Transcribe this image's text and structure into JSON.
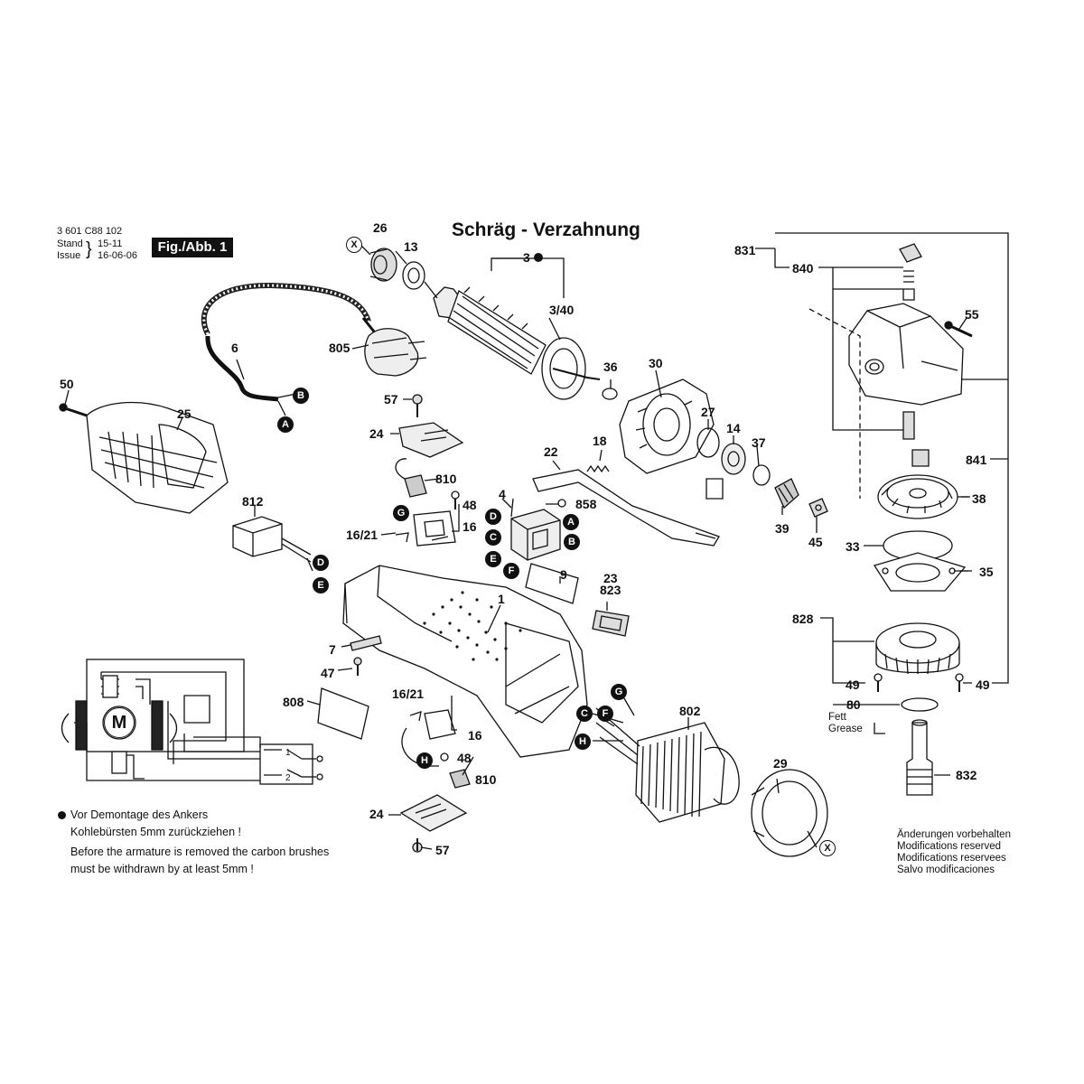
{
  "header": {
    "doc_number": "3 601 C88 102",
    "stand_label": "Stand",
    "issue_label": "Issue",
    "stand_value": "15-11",
    "issue_value": "16-06-06",
    "figure_label": "Fig./Abb. 1"
  },
  "title": "Schräg - Verzahnung",
  "part_labels": {
    "p26": "26",
    "p13": "13",
    "p3": "3",
    "p3_40": "3/40",
    "p805": "805",
    "p6": "6",
    "p50": "50",
    "p25": "25",
    "p57a": "57",
    "p24a": "24",
    "p810a": "810",
    "p48a": "48",
    "p16_21a": "16/21",
    "p16a": "16",
    "p812": "812",
    "p4": "4",
    "p858": "858",
    "p22": "22",
    "p18": "18",
    "p36": "36",
    "p30": "30",
    "p27": "27",
    "p14": "14",
    "p37": "37",
    "p39": "39",
    "p45": "45",
    "p9": "9",
    "p23": "23",
    "p823": "823",
    "p1": "1",
    "p7": "7",
    "p47": "47",
    "p808": "808",
    "p16_21b": "16/21",
    "p16b": "16",
    "p48b": "48",
    "p810b": "810",
    "p24b": "24",
    "p57b": "57",
    "p802": "802",
    "p29": "29",
    "p831": "831",
    "p840": "840",
    "p55": "55",
    "p841": "841",
    "p38": "38",
    "p33": "33",
    "p35": "35",
    "p828": "828",
    "p49a": "49",
    "p49b": "49",
    "p80": "80",
    "p832": "832"
  },
  "markers": {
    "X": "X",
    "A": "A",
    "B": "B",
    "C": "C",
    "D": "D",
    "E": "E",
    "F": "F",
    "G": "G",
    "H": "H",
    "M": "M"
  },
  "wiring": {
    "terminal_1": "1",
    "terminal_2": "2"
  },
  "grease": {
    "line1": "Fett",
    "line2": "Grease"
  },
  "notes": {
    "de_1": "Vor Demontage des Ankers",
    "de_2": "Kohlebürsten 5mm zurückziehen !",
    "en_1": "Before the armature is removed the carbon brushes",
    "en_2": "must be withdrawn by at least 5mm !"
  },
  "disclaimer": {
    "de": "Änderungen vorbehalten",
    "en": "Modifications reserved",
    "fr": "Modifications reservees",
    "it": "Salvo modificaciones"
  }
}
